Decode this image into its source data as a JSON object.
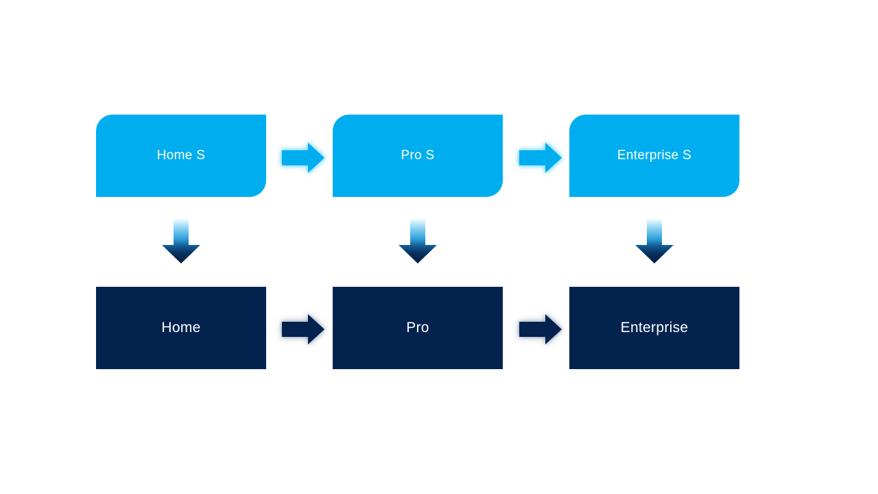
{
  "slide": {
    "background": "#FFFFFF"
  },
  "colors": {
    "accent_cyan": "#00AEEF",
    "accent_navy": "#03234E",
    "text": "#FFFFFF"
  },
  "rows": [
    {
      "fill": "#00AEEF",
      "text_color": "#FFFFFF",
      "items": [
        {
          "label": "Home S"
        },
        {
          "label": "Pro S"
        },
        {
          "label": "Enterprise S"
        }
      ]
    },
    {
      "fill": "#03234E",
      "text_color": "#FFFFFF",
      "items": [
        {
          "label": "Home"
        },
        {
          "label": "Pro"
        },
        {
          "label": "Enterprise"
        }
      ]
    }
  ],
  "arrows": {
    "right_top_fill": "#00AEEF",
    "right_bottom_fill": "#03234E",
    "down_gradient_stops": [
      "#F4FBFF",
      "#8FD4F4",
      "#2E9FDA",
      "#11578F",
      "#07305B",
      "#041E42"
    ],
    "icons": {
      "right_arrow": "→",
      "down_arrow": "↓"
    }
  }
}
